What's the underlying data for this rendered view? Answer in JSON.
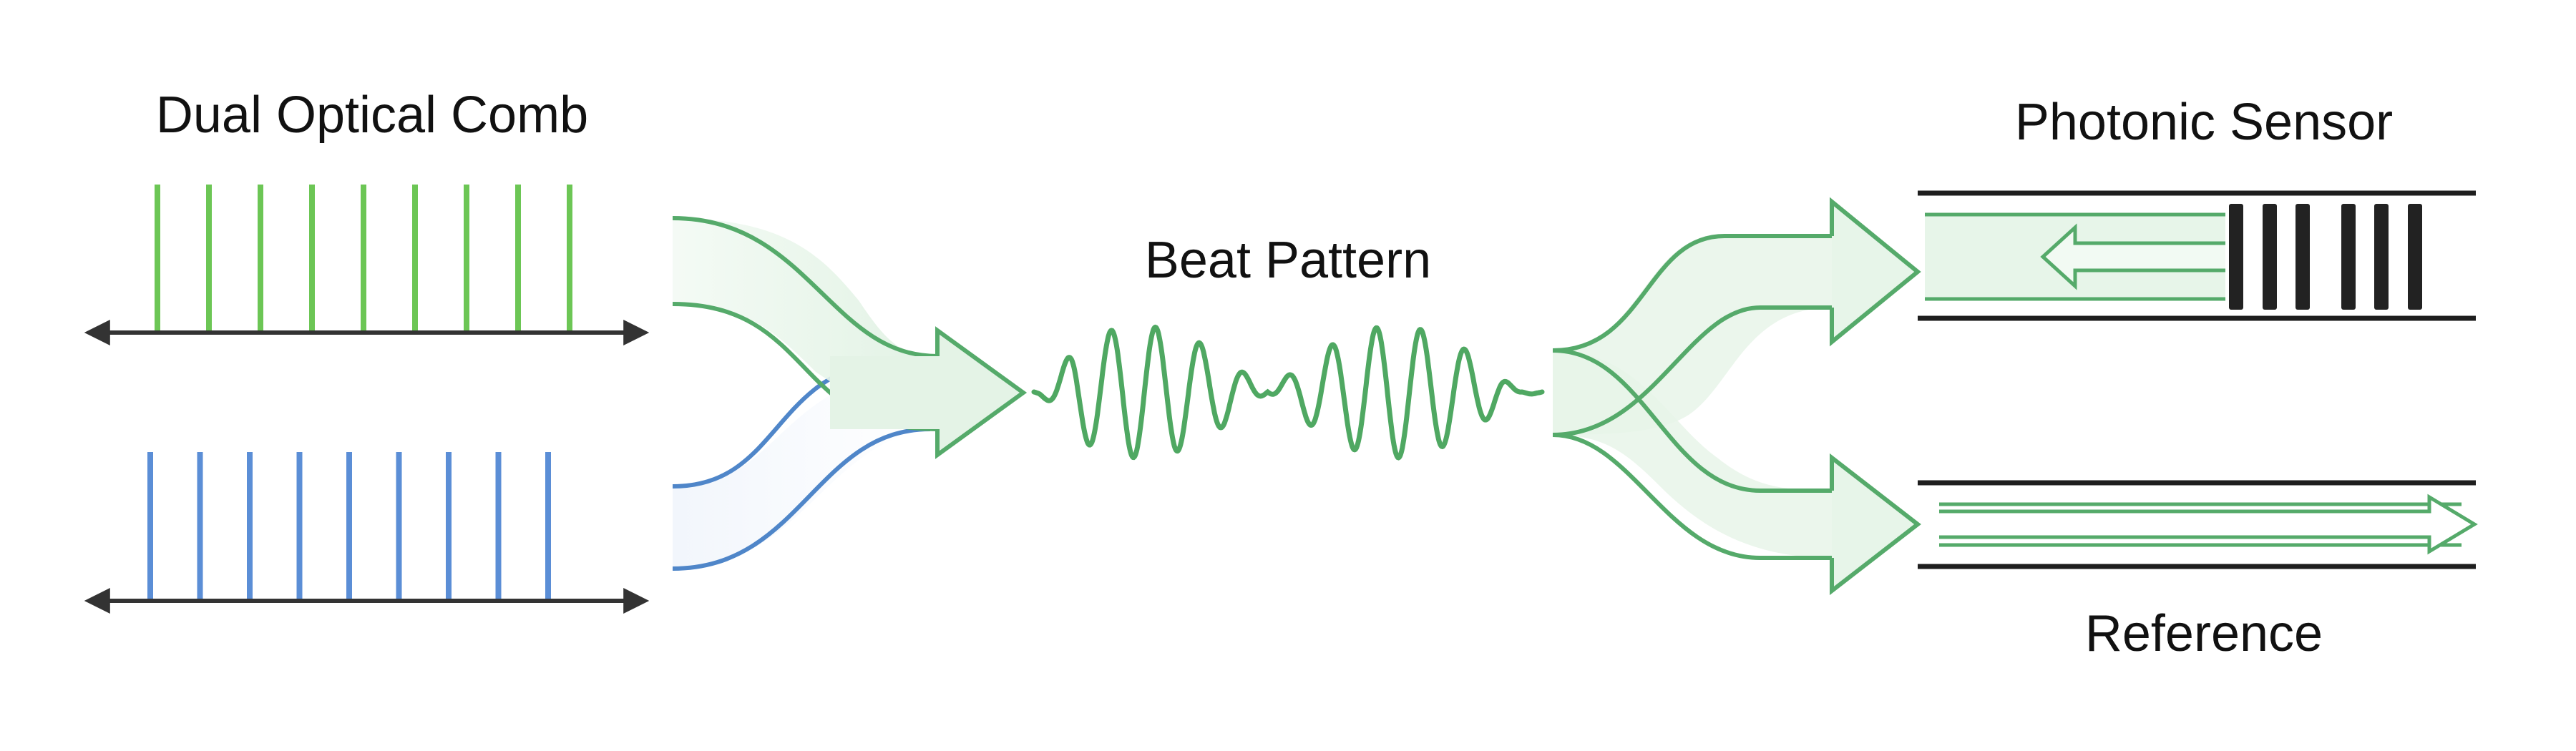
{
  "labels": {
    "dual_comb": "Dual Optical Comb",
    "beat": "Beat Pattern",
    "sensor": "Photonic Sensor",
    "reference": "Reference"
  },
  "colors": {
    "green_comb": "#6cc655",
    "blue_comb": "#5b8ed6",
    "flow_green": "#55aa6a",
    "flow_fill": "#e7f5e9",
    "blue_fill": "#e9f0fa",
    "blue_stroke": "#4f86c9",
    "axis": "#333333",
    "waveguide": "#1e1e1e",
    "grating": "#222222"
  },
  "comb": {
    "green_lines": 9,
    "blue_lines": 9
  },
  "grating": {
    "bars": 6
  }
}
